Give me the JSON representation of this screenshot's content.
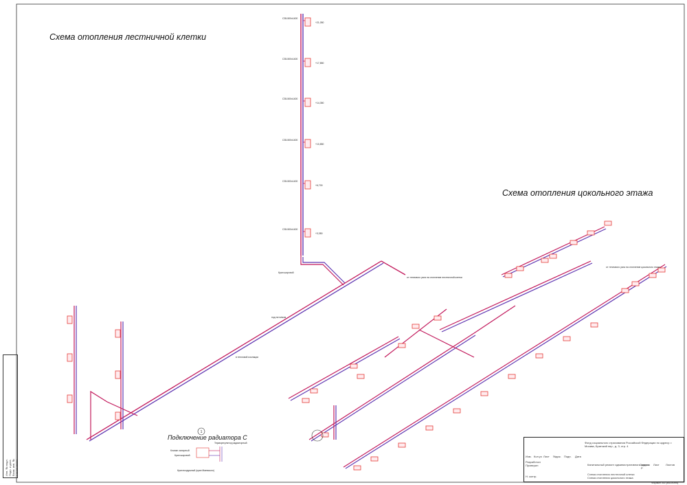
{
  "titles": {
    "stair": "Схема отопления лестничной клетки",
    "basement": "Схема отопления цокольного этажа",
    "detail": "Подключение радиатора С",
    "detail_marker": "1"
  },
  "title_block": {
    "organization": "Фонд социального страхования Российской Федерации по адресу: г. Москва, Братский пер., д. 3, стр. 4",
    "project": "Капитальный ремонт административного здания",
    "sheet_title_1": "Схема отопления лестничной клетки",
    "sheet_title_2": "Схема отопления цокольного этажа",
    "stage_label": "Стадия",
    "stage": "Р",
    "sheet_label": "Лист",
    "sheets_label": "Листов",
    "col_izm": "Изм.",
    "col_kol": "Кол.уч",
    "col_list": "Лист",
    "col_ndok": "№док.",
    "col_podp": "Подп.",
    "col_data": "Дата",
    "developed": "Разработал",
    "checked": "Проверил",
    "norm": "Н. контр.",
    "format": "Формат А1 (841х594)"
  },
  "side_stamp": [
    "Инв. № подл.",
    "Подп. и дата",
    "Взам. инв. №",
    "Согласовано"
  ],
  "colors": {
    "pipe_supply": "#c2185b",
    "pipe_return": "#5e35b1",
    "radiator": "#e53935",
    "line": "#333333"
  },
  "riser_labels": [
    "С35-500х1400",
    "С35-500х1400",
    "С35-500х1400",
    "С35-500х1400",
    "С35-500х1400",
    "С35-500х1400"
  ],
  "riser_levels": [
    "+21,050",
    "+17,850",
    "+14,350",
    "+10,850",
    "+6,700",
    "+3,350"
  ],
  "notes": {
    "ball_valve": "Кран шаровой",
    "under_ceiling": "под потолком",
    "in_channel": "в тепловой изоляции",
    "from_node": "от теплового узла на отопление лестничной клетки",
    "from_node_2": "от теплового узла на отопление цокольного этажа"
  },
  "detail_notes": [
    "Терморегулятор радиаторный",
    "Клапан запорный",
    "Кран шаровой",
    "Кран воздушный (кран Маевского)"
  ]
}
